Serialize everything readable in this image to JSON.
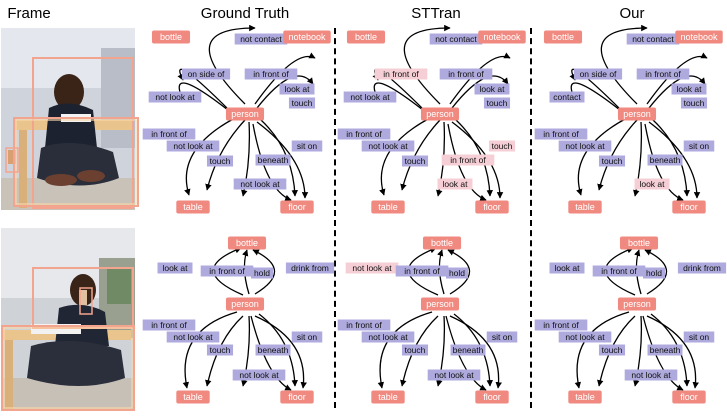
{
  "headers": [
    "Frame",
    "Ground Truth",
    "STTran",
    "Our"
  ],
  "colors": {
    "node": "#f08a80",
    "edge_label": "#aeaadd",
    "edge_label_wrong": "#f6cfd6",
    "arrow": "#000000",
    "bbox": "#f3a48e",
    "bbox_inner": "#f7d7a8"
  },
  "rows": [
    {
      "graphs": [
        {
          "nodes": [
            "bottle",
            "notebook",
            "person",
            "table",
            "floor"
          ],
          "labels": [
            "not contact",
            "on side of",
            "in front of",
            "not look at",
            "look at",
            "touch",
            "in front of",
            "not look at",
            "touch",
            "beneath",
            "sit on",
            "not look at"
          ],
          "wrong": []
        },
        {
          "nodes": [
            "bottle",
            "notebook",
            "person",
            "table",
            "floor"
          ],
          "labels": [
            "not contact",
            "in front of",
            "in front of",
            "not look at",
            "look at",
            "touch",
            "in front of",
            "not look at",
            "touch",
            "in front of",
            "touch",
            "look at"
          ],
          "wrong": [
            1,
            9,
            10,
            11
          ]
        },
        {
          "nodes": [
            "bottle",
            "notebook",
            "person",
            "table",
            "floor"
          ],
          "labels": [
            "not contact",
            "on side of",
            "in front of",
            "contact",
            "look at",
            "touch",
            "in front of",
            "not look at",
            "touch",
            "beneath",
            "sit on",
            "look at"
          ],
          "wrong": [
            11
          ]
        }
      ]
    },
    {
      "graphs": [
        {
          "nodes": [
            "bottle",
            "person",
            "table",
            "floor"
          ],
          "labels": [
            "look at",
            "in front of",
            "hold",
            "drink from",
            "in front of",
            "not look at",
            "touch",
            "beneath",
            "sit on",
            "not look at"
          ],
          "wrong": []
        },
        {
          "nodes": [
            "bottle",
            "person",
            "table",
            "floor"
          ],
          "labels": [
            "not look at",
            "in front of",
            "hold",
            "in front of",
            "not look at",
            "touch",
            "beneath",
            "sit on",
            "not look at"
          ],
          "wrong": [
            0
          ]
        },
        {
          "nodes": [
            "bottle",
            "person",
            "table",
            "floor"
          ],
          "labels": [
            "look at",
            "in front of",
            "hold",
            "drink from",
            "in front of",
            "not look at",
            "touch",
            "beneath",
            "sit on",
            "not look at"
          ],
          "wrong": []
        }
      ]
    }
  ]
}
